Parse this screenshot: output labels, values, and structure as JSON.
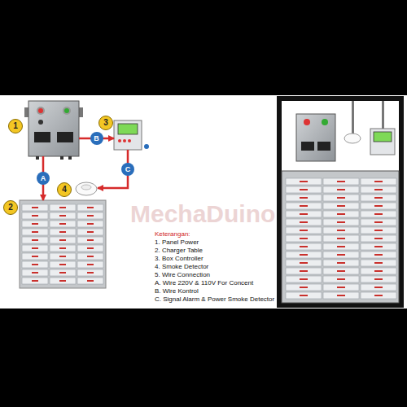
{
  "diagram": {
    "nodes": [
      {
        "text": [
          "1"
        ]
      },
      {
        "text": [
          "3"
        ]
      },
      {
        "text": [
          "4"
        ]
      },
      {
        "text": [
          "2"
        ]
      }
    ],
    "edges": [
      {
        "from": 0,
        "to": 3,
        "label": "A",
        "arrow": "to"
      },
      {
        "from": 0,
        "to": 1,
        "label": "B",
        "arrow": "to"
      },
      {
        "from": 1,
        "to": 2,
        "label": "C",
        "arrow": "to"
      }
    ],
    "labels": [
      "Keterangan:",
      "1. Panel Power",
      "2. Charger Table",
      "3. Box Controller",
      "4. Smoke Detector",
      "5. Wire Connection",
      "A. Wire 220V & 110V For Concent",
      "B. Wire Kontrol",
      "C. Signal Alarm & Power Smoke Detector",
      "MechaDuino"
    ]
  }
}
